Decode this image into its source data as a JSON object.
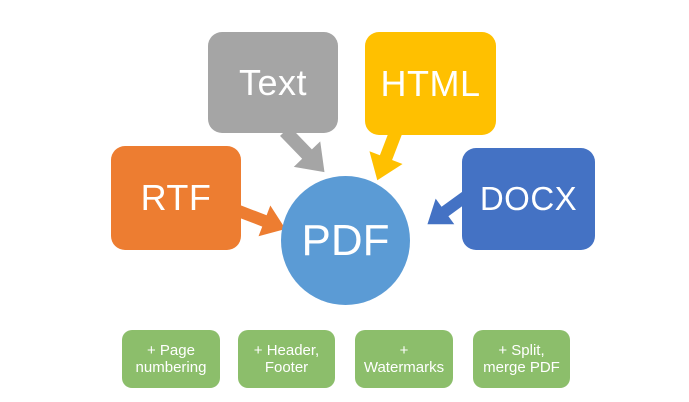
{
  "diagram": {
    "background": "#FFFFFF",
    "center": {
      "label": "PDF",
      "color": "#5B9BD5"
    },
    "sources": [
      {
        "id": "text",
        "label": "Text",
        "color": "#A5A5A5"
      },
      {
        "id": "html",
        "label": "HTML",
        "color": "#FFC000"
      },
      {
        "id": "rtf",
        "label": "RTF",
        "color": "#ED7D31"
      },
      {
        "id": "docx",
        "label": "DOCX",
        "color": "#4472C4"
      }
    ],
    "arrows": [
      {
        "id": "text-to-pdf",
        "color": "#A5A5A5"
      },
      {
        "id": "html-to-pdf",
        "color": "#FFC000"
      },
      {
        "id": "rtf-to-pdf",
        "color": "#ED7D31"
      },
      {
        "id": "docx-to-pdf",
        "color": "#4472C4"
      }
    ],
    "feature_color": "#8CBE6B",
    "features": [
      {
        "label": "+ Page\nnumbering"
      },
      {
        "label": "+ Header,\nFooter"
      },
      {
        "label": "+\nWatermarks"
      },
      {
        "label": "+ Split,\nmerge PDF"
      }
    ]
  }
}
